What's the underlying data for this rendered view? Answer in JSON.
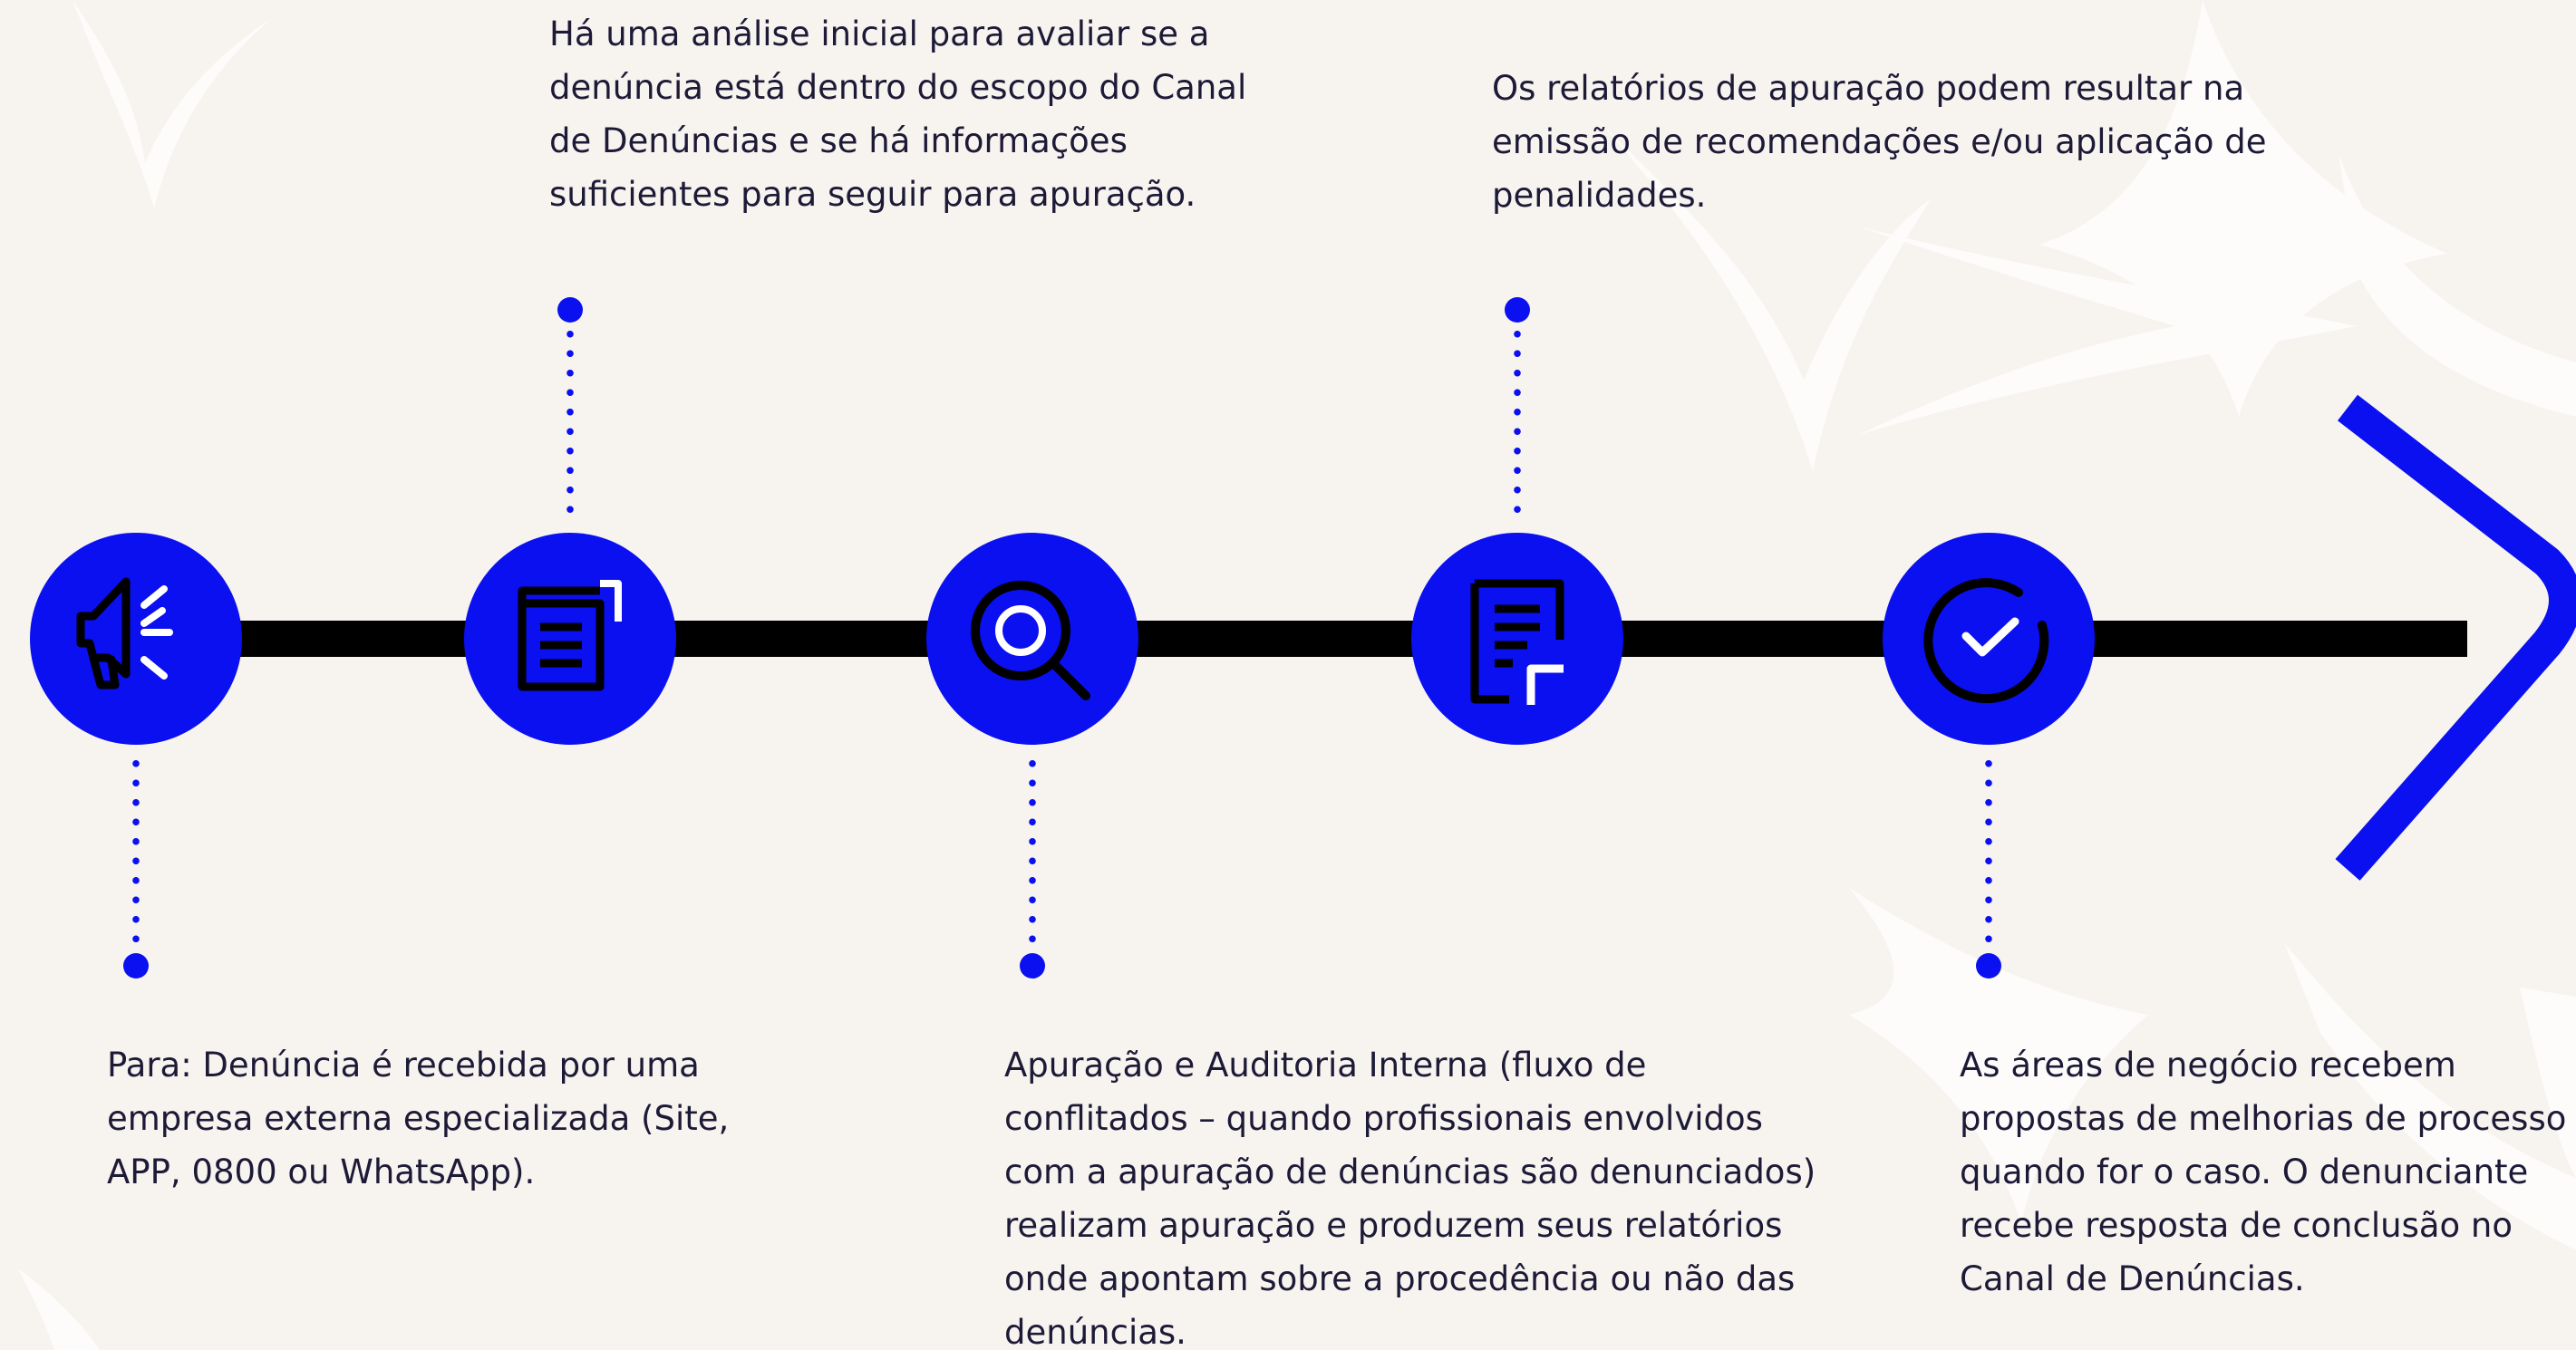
{
  "steps": [
    {
      "icon": "megaphone-icon",
      "text": "Para: Denúncia é recebida por uma empresa externa especializada (Site, APP, 0800 ou WhatsApp)."
    },
    {
      "icon": "document-copy-icon",
      "text": "Há uma análise inicial para avaliar se a denúncia está dentro do escopo do Canal de Denúncias e se há informações suficientes para seguir para apuração."
    },
    {
      "icon": "search-icon",
      "text": "Apuração e Auditoria Interna (fluxo de conflitados – quando profissionais envolvidos com a apuração de denúncias são denunciados) realizam apuração e produzem seus relatórios onde apontam sobre a procedência ou não das denúncias."
    },
    {
      "icon": "report-icon",
      "text": "Os relatórios de apuração podem resultar na emissão de recomendações e/ou aplicação de penalidades."
    },
    {
      "icon": "check-circle-icon",
      "text": "As áreas de negócio recebem propostas de melhorias de processo quando for o caso. O denunciante recebe resposta de conclusão no Canal de Denúncias."
    }
  ],
  "colors": {
    "background": "#f7f3ef",
    "accent": "#0a10f0",
    "line": "#000000",
    "text": "#1c1a36",
    "icon_stroke": "#000000",
    "icon_highlight": "#ffffff"
  }
}
